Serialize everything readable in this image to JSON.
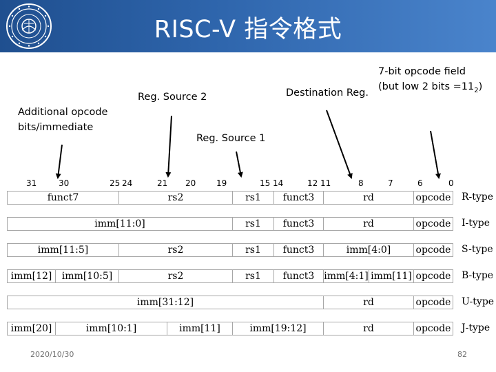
{
  "header": {
    "title": "RISC-V 指令格式",
    "accent_color": "#2f66ad"
  },
  "annotations": {
    "additional_line1": "Additional opcode",
    "additional_line2": "bits/immediate",
    "rs2": "Reg. Source 2",
    "rs1": "Reg. Source 1",
    "rd": "Destination Reg.",
    "opcode_line1": "7-bit opcode field",
    "opcode_line2_prefix": "(but low 2 bits =11",
    "opcode_line2_sub": "2",
    "opcode_line2_suffix": ")"
  },
  "bit_labels": [
    "31",
    "30",
    "25",
    "24",
    "21",
    "20",
    "19",
    "15",
    "14",
    "12",
    "11",
    "8",
    "7",
    "6",
    "0"
  ],
  "formats": [
    {
      "type": "R-type",
      "fields": [
        "funct7",
        "rs2",
        "rs1",
        "funct3",
        "rd",
        "opcode"
      ]
    },
    {
      "type": "I-type",
      "fields": [
        "imm[11:0]",
        "rs1",
        "funct3",
        "rd",
        "opcode"
      ]
    },
    {
      "type": "S-type",
      "fields": [
        "imm[11:5]",
        "rs2",
        "rs1",
        "funct3",
        "imm[4:0]",
        "opcode"
      ]
    },
    {
      "type": "B-type",
      "fields": [
        "imm[12]",
        "imm[10:5]",
        "rs2",
        "rs1",
        "funct3",
        "imm[4:1]",
        "imm[11]",
        "opcode"
      ]
    },
    {
      "type": "U-type",
      "fields": [
        "imm[31:12]",
        "rd",
        "opcode"
      ]
    },
    {
      "type": "J-type",
      "fields": [
        "imm[20]",
        "imm[10:1]",
        "imm[11]",
        "imm[19:12]",
        "rd",
        "opcode"
      ]
    }
  ],
  "footer": {
    "date": "2020/10/30",
    "page": "82"
  }
}
